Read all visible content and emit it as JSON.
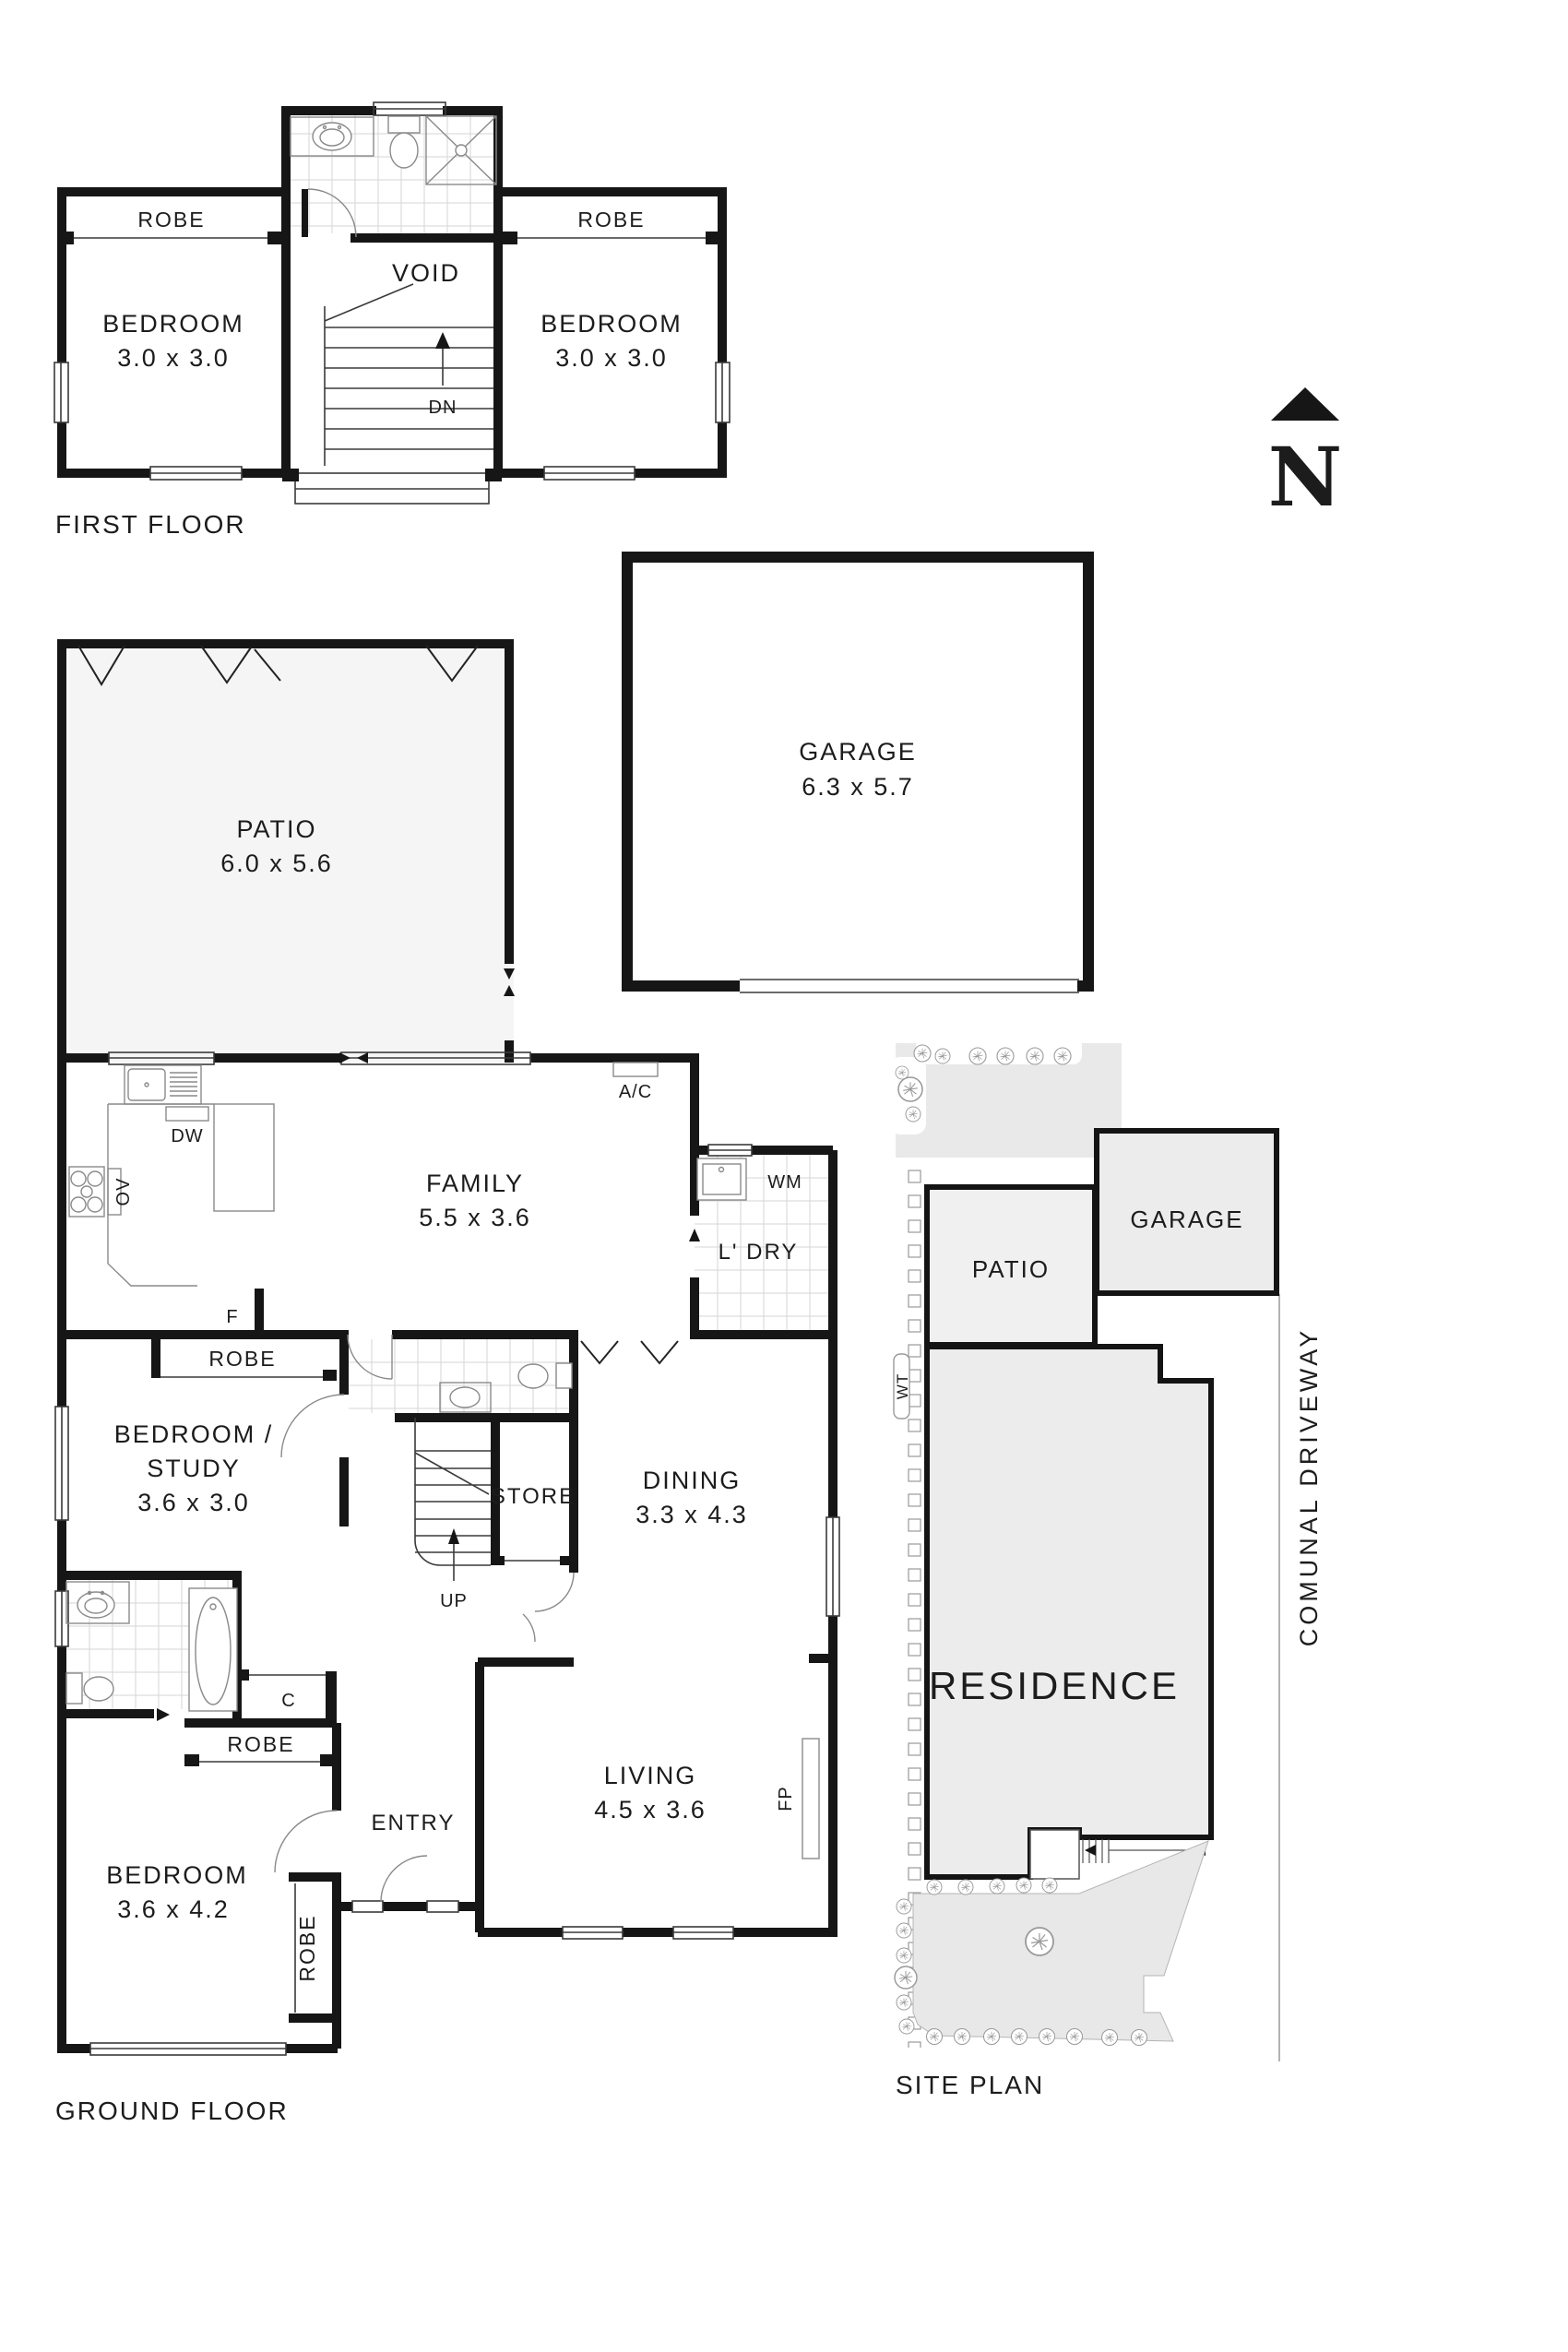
{
  "colors": {
    "wall": "#161616",
    "text": "#1c1c1c",
    "patio_fill": "#f5f5f5",
    "site_building_fill": "#ececec",
    "driveway_fill": "#e9e9e9",
    "backyard_fill": "#e8e8e8"
  },
  "first_floor": {
    "title": "FIRST FLOOR",
    "robe_left": "ROBE",
    "robe_right": "ROBE",
    "bedroom_left_name": "BEDROOM",
    "bedroom_left_dims": "3.0 x 3.0",
    "bedroom_right_name": "BEDROOM",
    "bedroom_right_dims": "3.0 x 3.0",
    "void": "VOID",
    "stairs_down": "DN"
  },
  "compass": {
    "north": "N"
  },
  "garage_plan": {
    "name": "GARAGE",
    "dims": "6.3 x 5.7"
  },
  "ground_floor": {
    "title": "GROUND FLOOR",
    "patio_name": "PATIO",
    "patio_dims": "6.0 x 5.6",
    "family_name": "FAMILY",
    "family_dims": "5.5 x 3.6",
    "dining_name": "DINING",
    "dining_dims": "3.3 x 4.3",
    "living_name": "LIVING",
    "living_dims": "4.5 x 3.6",
    "bed_study_line1": "BEDROOM /",
    "bed_study_line2": "STUDY",
    "bed_study_dims": "3.6 x 3.0",
    "bedroom_name": "BEDROOM",
    "bedroom_dims": "3.6 x 4.2",
    "entry": "ENTRY",
    "store": "STORE",
    "stairs_up": "UP",
    "laundry": "L' DRY",
    "wm": "WM",
    "ac": "A/C",
    "dw": "DW",
    "ov": "OV",
    "fridge": "F",
    "closet": "C",
    "fireplace": "FP",
    "robe_study": "ROBE",
    "robe_bed": "ROBE",
    "robe_bed_vertical": "ROBE"
  },
  "site_plan": {
    "title": "SITE PLAN",
    "residence": "RESIDENCE",
    "patio": "PATIO",
    "garage": "GARAGE",
    "water_tank": "WT",
    "driveway": "COMUNAL DRIVEWAY"
  }
}
